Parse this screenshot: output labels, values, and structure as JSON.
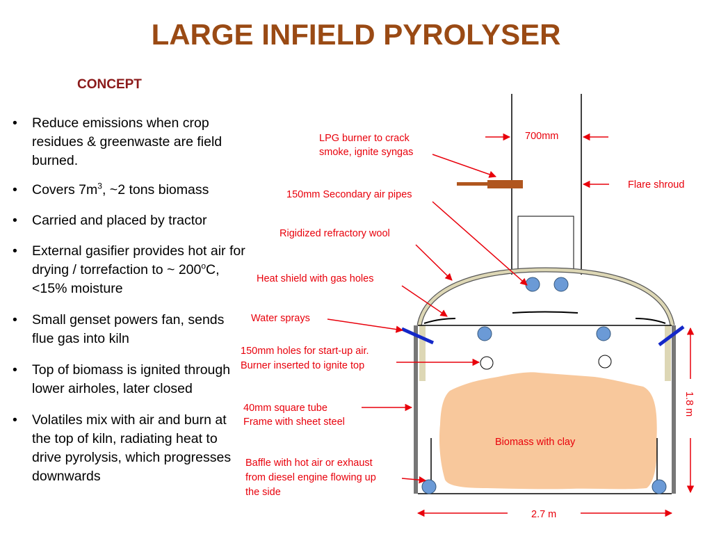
{
  "title": "LARGE INFIELD PYROLYSER",
  "subtitle": "CONCEPT",
  "bullets": [
    {
      "pre": "Reduce emissions when crop residues & greenwaste are field burned.",
      "sup": "",
      "post": ""
    },
    {
      "pre": "Covers 7m",
      "sup": "3",
      "post": ", ~2 tons biomass"
    },
    {
      "pre": "Carried and placed by tractor",
      "sup": "",
      "post": ""
    },
    {
      "pre": "External gasifier provides hot air for drying / torrefaction to ~ 200",
      "sup": "o",
      "post": "C, <15% moisture"
    },
    {
      "pre": "Small genset powers fan, sends flue gas into kiln",
      "sup": "",
      "post": ""
    },
    {
      "pre": "Top of biomass is ignited through lower airholes, later closed",
      "sup": "",
      "post": ""
    },
    {
      "pre": "Volatiles mix with air and burn at the top of kiln, radiating heat to drive pyrolysis, which progresses downwards",
      "sup": "",
      "post": ""
    }
  ],
  "diagram": {
    "labels": {
      "width_700": "700mm",
      "lpg_line1": "LPG burner to crack",
      "lpg_line2": "smoke, ignite syngas",
      "flare_shroud": "Flare shroud",
      "secondary_air": "150mm Secondary air pipes",
      "refractory": "Rigidized refractory wool",
      "heat_shield": "Heat shield with gas holes",
      "water_sprays": "Water sprays",
      "holes_line1": "150mm holes for start-up air.",
      "holes_line2": "Burner inserted to ignite top",
      "tube_line1": "40mm square tube",
      "tube_line2": "Frame with sheet steel",
      "biomass": "Biomass with clay",
      "baffle_line1": "Baffle with hot air or exhaust",
      "baffle_line2": "from diesel engine flowing up",
      "baffle_line3": "the side",
      "height": "1.8 m",
      "width_27": "2.7 m"
    },
    "colors": {
      "annotation": "#e8000b",
      "biomass": "#f8c89c",
      "refractory": "#ddd7b5",
      "pipe": "#6b9ad6",
      "burner": "#b0561f",
      "sprayer": "#1428c8",
      "title": "#9a4a14",
      "subtitle": "#8b1a1a"
    }
  }
}
